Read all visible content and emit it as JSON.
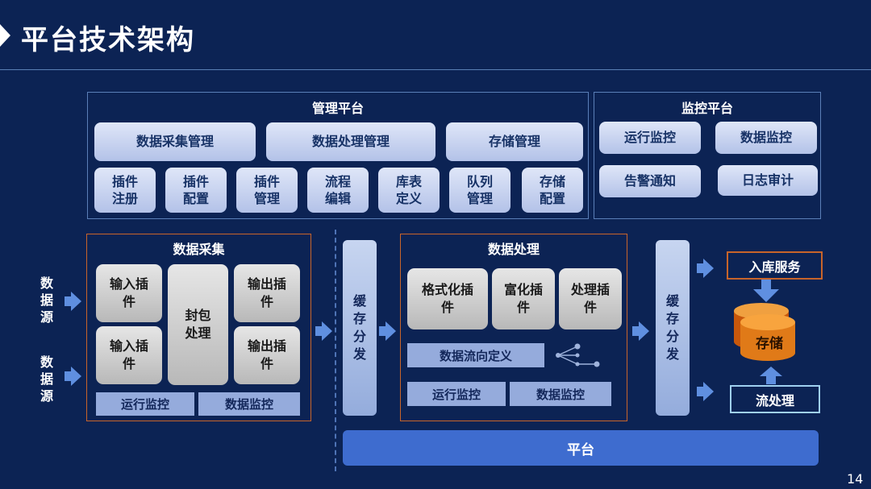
{
  "page_title": "平台技术架构",
  "page_number": "14",
  "management": {
    "title": "管理平台",
    "top": [
      "数据采集管理",
      "数据处理管理",
      "存储管理"
    ],
    "small": [
      "插件\n注册",
      "插件\n配置",
      "插件\n管理",
      "流程\n编辑",
      "库表\n定义",
      "队列\n管理",
      "存储\n配置"
    ]
  },
  "monitor": {
    "title": "监控平台",
    "items": [
      "运行监控",
      "数据监控",
      "告警通知",
      "日志审计"
    ]
  },
  "sources": [
    "数\n据\n源",
    "数\n据\n源"
  ],
  "collect": {
    "title": "数据采集",
    "input1": "输入插\n件",
    "input2": "输入插\n件",
    "pack": "封包\n处理",
    "output1": "输出插\n件",
    "output2": "输出插\n件",
    "run_monitor": "运行监控",
    "data_monitor": "数据监控"
  },
  "cache1": "缓\n存\n分\n发",
  "process": {
    "title": "数据处理",
    "format": "格式化插\n件",
    "enrich": "富化插\n件",
    "handle": "处理插\n件",
    "flow_def": "数据流向定义",
    "run_monitor": "运行监控",
    "data_monitor": "数据监控"
  },
  "cache2": "缓\n存\n分\n发",
  "ingest": "入库服务",
  "storage": "存储",
  "stream": "流处理",
  "platform": "平台",
  "colors": {
    "background": "#0c2354",
    "orange": "#c8642a",
    "accent": "#3e6ccf"
  },
  "icons": [
    "flow-graph-icon",
    "cylinder-storage-icon",
    "arrow-right-icon",
    "arrow-down-icon",
    "arrow-up-icon"
  ]
}
